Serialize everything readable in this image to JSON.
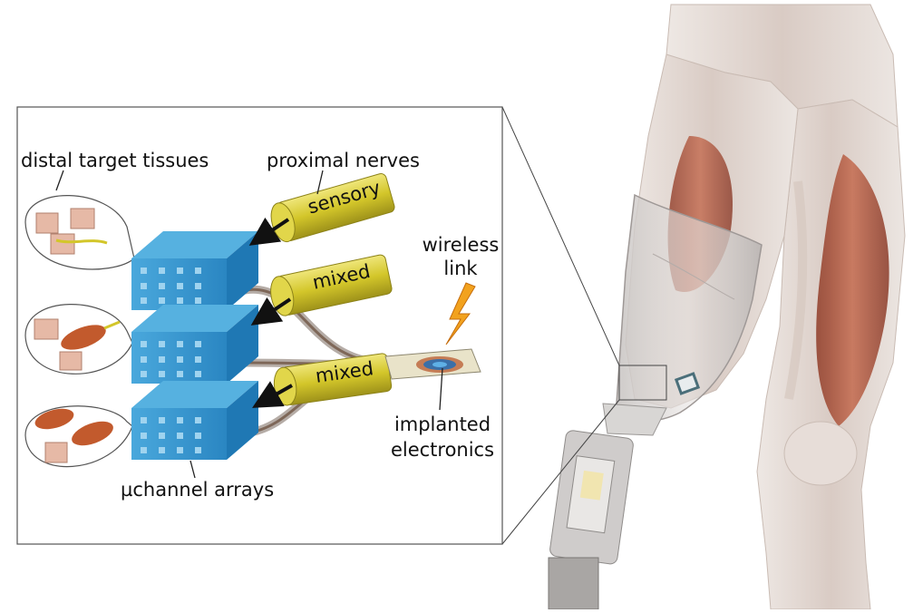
{
  "labels": {
    "distal_target_tissues": "distal target tissues",
    "proximal_nerves": "proximal nerves",
    "sensory": "sensory",
    "mixed_1": "mixed",
    "mixed_2": "mixed",
    "wireless": "wireless",
    "link": "link",
    "implanted": "implanted",
    "electronics": "electronics",
    "uchannel_arrays": "µchannel arrays"
  },
  "colors": {
    "nerve_yellow": "#d8cc2e",
    "array_blue": "#2f93cf",
    "muscle_red": "#b5533a",
    "skin": "#e9d2c6",
    "lightning": "#f2a21e",
    "callout_border": "#555555"
  },
  "icons": {
    "arrows": "arrow-icon",
    "lightning": "lightning-bolt-icon"
  }
}
